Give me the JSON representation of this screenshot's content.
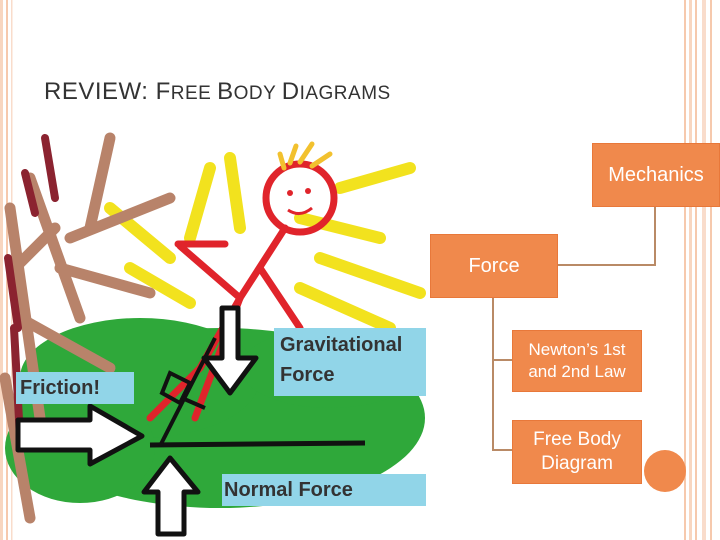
{
  "slide": {
    "title_parts": [
      {
        "text": "REVIEW: F",
        "size": "large"
      },
      {
        "text": "REE ",
        "size": "small"
      },
      {
        "text": "B",
        "size": "large"
      },
      {
        "text": "ODY ",
        "size": "small"
      },
      {
        "text": "D",
        "size": "large"
      },
      {
        "text": "IAGRAMS",
        "size": "small"
      }
    ]
  },
  "drawing": {
    "labels": {
      "gravitational": "Gravitational\nForce",
      "friction": "Friction!",
      "normal": "Normal Force"
    }
  },
  "hierarchy": {
    "root": "Mechanics",
    "child": "Force",
    "leaves": [
      "Newton’s 1st and 2nd Law",
      "Free Body Diagram"
    ]
  },
  "colors": {
    "accent": "#f0894c",
    "label_bg": "#91d5e8",
    "frame_stripe": "#f6c9ad"
  }
}
